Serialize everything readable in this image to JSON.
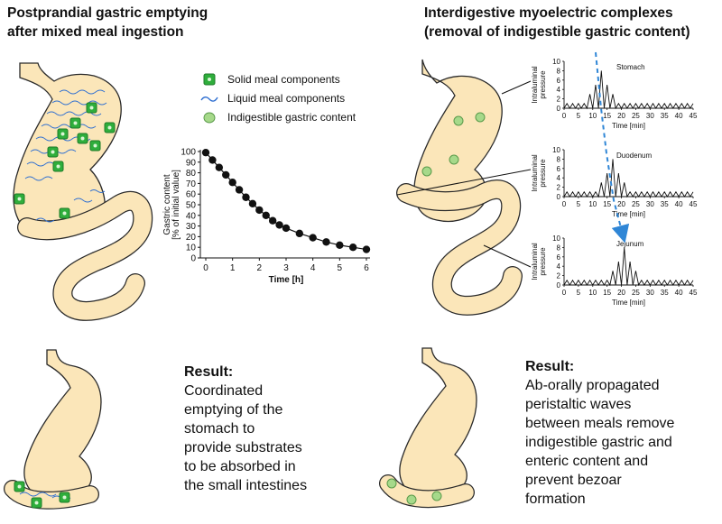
{
  "titles": {
    "left_line1": "Postprandial gastric emptying",
    "left_line2": "after mixed meal ingestion",
    "right_line1": "Interdigestive myoelectric complexes",
    "right_line2": "(removal of indigestible gastric content)"
  },
  "legend": {
    "solid": "Solid meal components",
    "liquid": "Liquid meal components",
    "indigestible": "Indigestible gastric content"
  },
  "results": {
    "left_head": "Result:",
    "left_lines": [
      "Coordinated",
      "emptying of the",
      "stomach to",
      "provide substrates",
      "to be absorbed in",
      "the small intestines"
    ],
    "right_head": "Result:",
    "right_lines": [
      "Ab-orally propagated",
      "peristaltic waves",
      "between meals  remove",
      "indigestible gastric and",
      "enteric content and",
      "prevent bezoar",
      "formation"
    ]
  },
  "colors": {
    "organ_fill": "#fbe6b9",
    "organ_stroke": "#2a2a2a",
    "solid_green": "#2fae3c",
    "indigestible_green": "#a6d98a",
    "liquid_blue": "#2f6fd1",
    "arrow_blue": "#2f86d6"
  },
  "chart_data": [
    {
      "type": "line",
      "title": "",
      "xlabel": "Time [h]",
      "ylabel_line1": "Gastric content",
      "ylabel_line2": "[% of initial value]",
      "xlim": [
        0,
        6
      ],
      "ylim": [
        0,
        100
      ],
      "x_ticks": [
        0,
        1,
        2,
        3,
        4,
        5,
        6
      ],
      "y_ticks": [
        0,
        10,
        20,
        30,
        40,
        50,
        60,
        70,
        80,
        90,
        100
      ],
      "x": [
        0,
        0.25,
        0.5,
        0.75,
        1.0,
        1.25,
        1.5,
        1.75,
        2.0,
        2.25,
        2.5,
        2.75,
        3.0,
        3.5,
        4.0,
        4.5,
        5.0,
        5.5,
        6.0
      ],
      "y": [
        99,
        92,
        85,
        78,
        71,
        64,
        57,
        51,
        45,
        40,
        35,
        31,
        28,
        23,
        19,
        15,
        12,
        10,
        8
      ]
    },
    {
      "type": "line",
      "panel": "Stomach",
      "ylabel_line1": "Intraluminal",
      "ylabel_line2": "pressure",
      "xlabel": "Time [min]",
      "xlim": [
        0,
        45
      ],
      "ylim": [
        0,
        10
      ],
      "x_ticks": [
        0,
        5,
        10,
        15,
        20,
        25,
        30,
        35,
        40,
        45
      ],
      "y_ticks": [
        0,
        2,
        4,
        6,
        8,
        10
      ],
      "x": [
        0,
        1,
        2,
        3,
        4,
        5,
        6,
        7,
        8,
        9,
        10,
        11,
        12,
        13,
        14,
        15,
        16,
        17,
        18,
        19,
        20,
        21,
        22,
        23,
        24,
        25,
        26,
        27,
        28,
        29,
        30,
        31,
        32,
        33,
        34,
        35,
        36,
        37,
        38,
        39,
        40,
        41,
        42,
        43,
        44,
        45
      ],
      "y": [
        0,
        1,
        0,
        1,
        0,
        1,
        0,
        1,
        0,
        3,
        0,
        5,
        0,
        8,
        0,
        5,
        0,
        3,
        0,
        1,
        0,
        1,
        0,
        1,
        0,
        1,
        0,
        1,
        0,
        1,
        0,
        1,
        0,
        1,
        0,
        1,
        0,
        1,
        0,
        1,
        0,
        1,
        0,
        1,
        0,
        1
      ]
    },
    {
      "type": "line",
      "panel": "Duodenum",
      "ylabel_line1": "Intraluminal",
      "ylabel_line2": "pressure",
      "xlabel": "Time [min]",
      "xlim": [
        0,
        45
      ],
      "ylim": [
        0,
        10
      ],
      "x_ticks": [
        0,
        5,
        10,
        15,
        20,
        25,
        30,
        35,
        40,
        45
      ],
      "y_ticks": [
        0,
        2,
        4,
        6,
        8,
        10
      ],
      "x": [
        0,
        1,
        2,
        3,
        4,
        5,
        6,
        7,
        8,
        9,
        10,
        11,
        12,
        13,
        14,
        15,
        16,
        17,
        18,
        19,
        20,
        21,
        22,
        23,
        24,
        25,
        26,
        27,
        28,
        29,
        30,
        31,
        32,
        33,
        34,
        35,
        36,
        37,
        38,
        39,
        40,
        41,
        42,
        43,
        44,
        45
      ],
      "y": [
        0,
        1,
        0,
        1,
        0,
        1,
        0,
        1,
        0,
        1,
        0,
        1,
        0,
        3,
        0,
        5,
        0,
        8,
        0,
        5,
        0,
        3,
        0,
        1,
        0,
        1,
        0,
        1,
        0,
        1,
        0,
        1,
        0,
        1,
        0,
        1,
        0,
        1,
        0,
        1,
        0,
        1,
        0,
        1,
        0,
        1
      ]
    },
    {
      "type": "line",
      "panel": "Jejunum",
      "ylabel_line1": "Intraluminal",
      "ylabel_line2": "pressure",
      "xlabel": "Time [min]",
      "xlim": [
        0,
        45
      ],
      "ylim": [
        0,
        10
      ],
      "x_ticks": [
        0,
        5,
        10,
        15,
        20,
        25,
        30,
        35,
        40,
        45
      ],
      "y_ticks": [
        0,
        2,
        4,
        6,
        8,
        10
      ],
      "x": [
        0,
        1,
        2,
        3,
        4,
        5,
        6,
        7,
        8,
        9,
        10,
        11,
        12,
        13,
        14,
        15,
        16,
        17,
        18,
        19,
        20,
        21,
        22,
        23,
        24,
        25,
        26,
        27,
        28,
        29,
        30,
        31,
        32,
        33,
        34,
        35,
        36,
        37,
        38,
        39,
        40,
        41,
        42,
        43,
        44,
        45
      ],
      "y": [
        0,
        1,
        0,
        1,
        0,
        1,
        0,
        1,
        0,
        1,
        0,
        1,
        0,
        1,
        0,
        1,
        0,
        3,
        0,
        5,
        0,
        8,
        0,
        5,
        0,
        3,
        0,
        1,
        0,
        1,
        0,
        1,
        0,
        1,
        0,
        1,
        0,
        1,
        0,
        1,
        0,
        1,
        0,
        1,
        0,
        1
      ]
    }
  ]
}
